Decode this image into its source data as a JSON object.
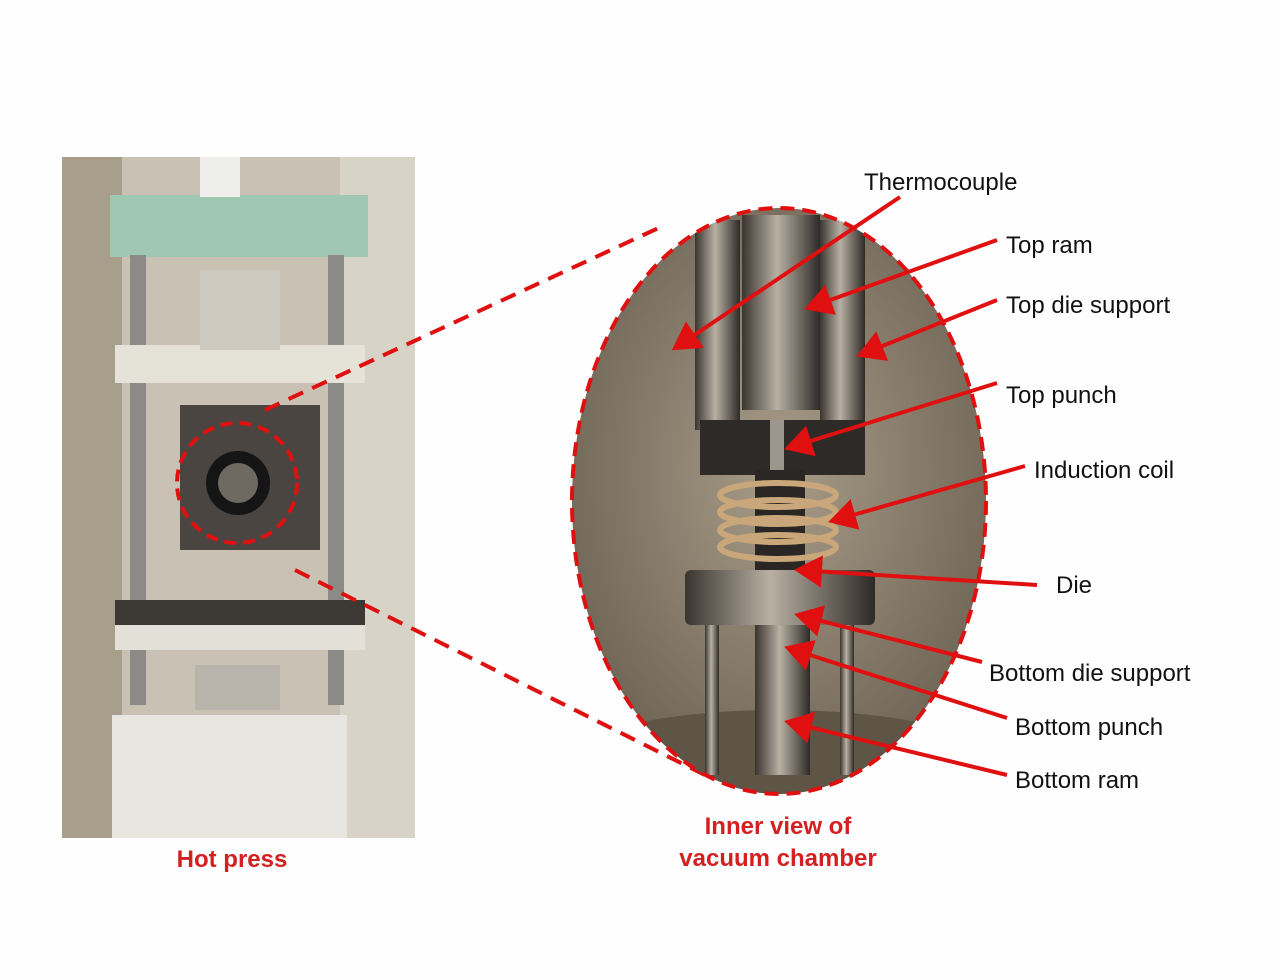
{
  "captions": {
    "hot_press": "Hot press",
    "inner_view_line1": "Inner view of",
    "inner_view_line2": "vacuum chamber"
  },
  "labels": {
    "thermocouple": "Thermocouple",
    "top_ram": "Top ram",
    "top_die_support": "Top die support",
    "top_punch": "Top punch",
    "induction_coil": "Induction coil",
    "die": "Die",
    "bottom_die_support": "Bottom die support",
    "bottom_punch": "Bottom punch",
    "bottom_ram": "Bottom ram"
  },
  "colors": {
    "accent": "#d42020",
    "press_green": "#9fc7b2",
    "chamber": "#8a7d6a"
  }
}
